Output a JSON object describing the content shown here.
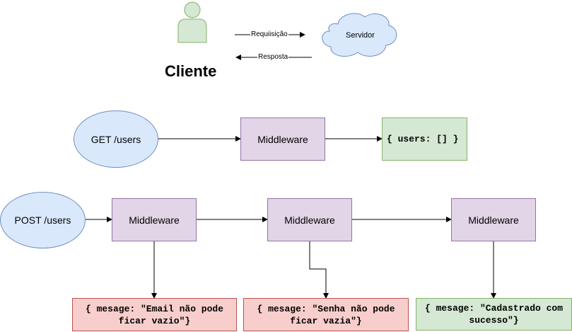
{
  "header": {
    "actor_label": "Cliente",
    "server_label": "Servidor",
    "request_label": "Requiisição",
    "response_label": "Resposta"
  },
  "get_flow": {
    "route": "GET /users",
    "middleware": "Middleware",
    "result": "{ users: [] }"
  },
  "post_flow": {
    "route": "POST /users",
    "middlewares": [
      "Middleware",
      "Middleware",
      "Middleware"
    ],
    "results": [
      "{ mesage: \"Email não pode ficar vazio\"}",
      "{ mesage: \"Senha não pode ficar vazia\"}",
      "{ mesage: \"Cadastrado com sucesso\"}"
    ]
  },
  "colors": {
    "ellipse_fill": "#dae8fc",
    "middleware_fill": "#e1d5e7",
    "success_fill": "#d5e8d4",
    "error_fill": "#f8cecc",
    "actor_fill": "#d5e8d4"
  }
}
